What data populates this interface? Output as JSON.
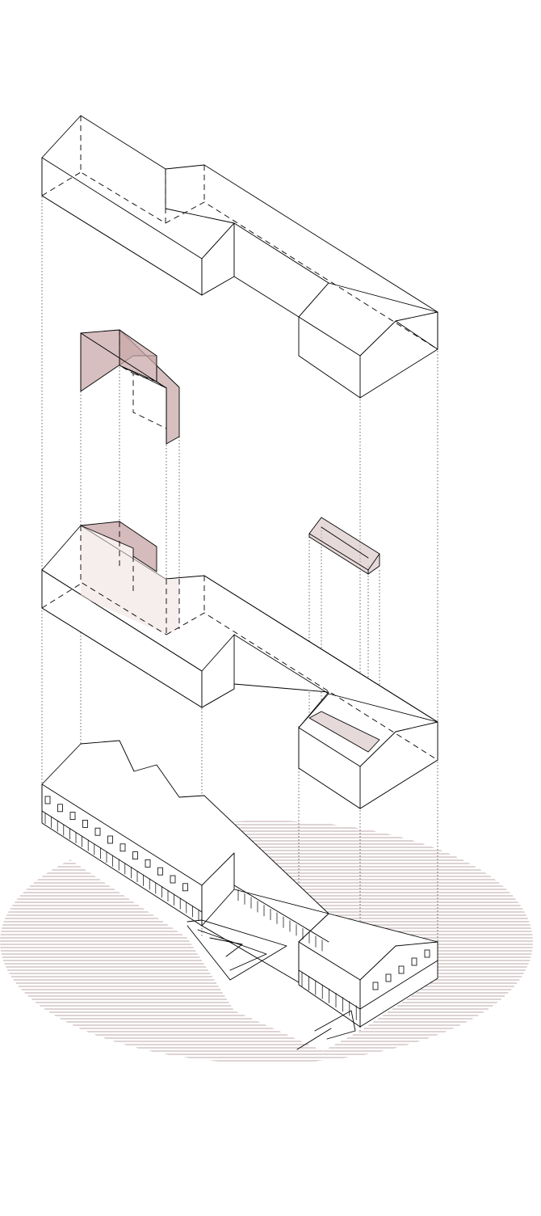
{
  "diagram": {
    "type": "exploded-axonometric",
    "colors": {
      "background": "#ffffff",
      "line": "#000000",
      "volume_dark": "#c9aaab",
      "volume_mid": "#d6bfbf",
      "volume_light": "#efe0df",
      "ground_hatch": "#a98a8c"
    },
    "layers": [
      {
        "id": "roof-volume"
      },
      {
        "id": "added-volumes"
      },
      {
        "id": "second-floor-volume"
      },
      {
        "id": "ground-floor-building"
      },
      {
        "id": "site-ground"
      }
    ]
  }
}
